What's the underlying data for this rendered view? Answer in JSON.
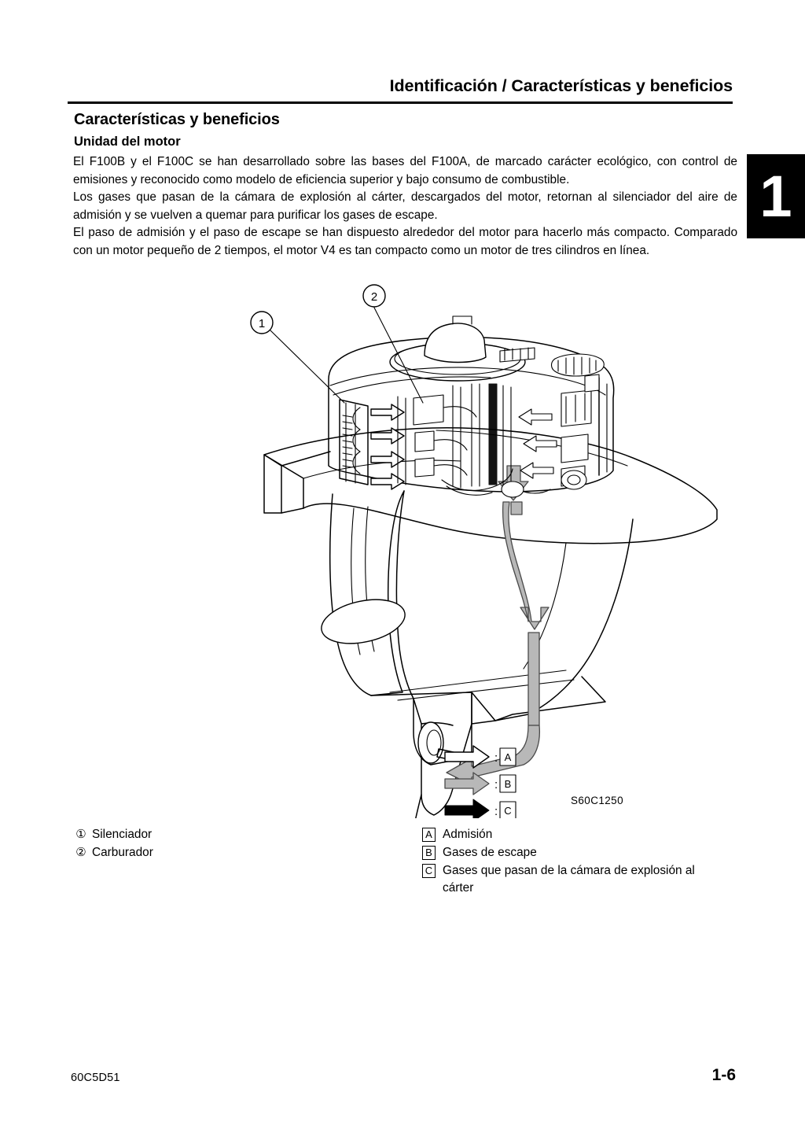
{
  "header": {
    "title": "Identificación / Características y beneficios"
  },
  "chapter_tab": {
    "number": "1"
  },
  "content": {
    "section_title": "Características y beneficios",
    "sub_title": "Unidad del motor",
    "paragraphs": [
      "El F100B y el F100C se han desarrollado sobre las bases del F100A, de marcado carácter ecológico, con control de emisiones y reconocido como modelo de eficiencia superior y bajo consumo de combustible.",
      "Los gases que pasan de la cámara de explosión al cárter, descargados del motor, retornan al silenciador del aire de admisión y se vuelven a quemar para purificar los gases de escape.",
      "El paso de admisión y el paso de escape se han dispuesto alrededor del motor para hacerlo más compacto. Comparado con un motor pequeño de 2 tiempos, el motor V4 es tan compacto como un motor de tres cilindros en línea."
    ]
  },
  "figure": {
    "code": "S60C1250",
    "callouts": [
      {
        "marker": "1",
        "label": "Silenciador"
      },
      {
        "marker": "2",
        "label": "Carburador"
      }
    ],
    "flow_key": [
      {
        "marker": "A",
        "label": "Admisión",
        "arrow_fill": "#ffffff"
      },
      {
        "marker": "B",
        "label": "Gases de escape",
        "arrow_fill": "#b8b8b8"
      },
      {
        "marker": "C",
        "label": "Gases que pasan de la cámara de explosión al cárter",
        "arrow_fill": "#000000"
      }
    ],
    "key_separator": ":"
  },
  "legend": {
    "left_items": [
      {
        "marker": "①",
        "text": "Silenciador"
      },
      {
        "marker": "②",
        "text": "Carburador"
      }
    ],
    "right_items": [
      {
        "marker": "A",
        "text": "Admisión",
        "wrap": ""
      },
      {
        "marker": "B",
        "text": "Gases de escape",
        "wrap": ""
      },
      {
        "marker": "C",
        "text": "Gases que pasan de la cámara de explosión al",
        "wrap": "cárter"
      }
    ]
  },
  "footer": {
    "doc_code": "60C5D51",
    "page_number": "1-6"
  },
  "colors": {
    "ink": "#000000",
    "paper": "#ffffff",
    "flow_gray": "#b8b8b8"
  }
}
